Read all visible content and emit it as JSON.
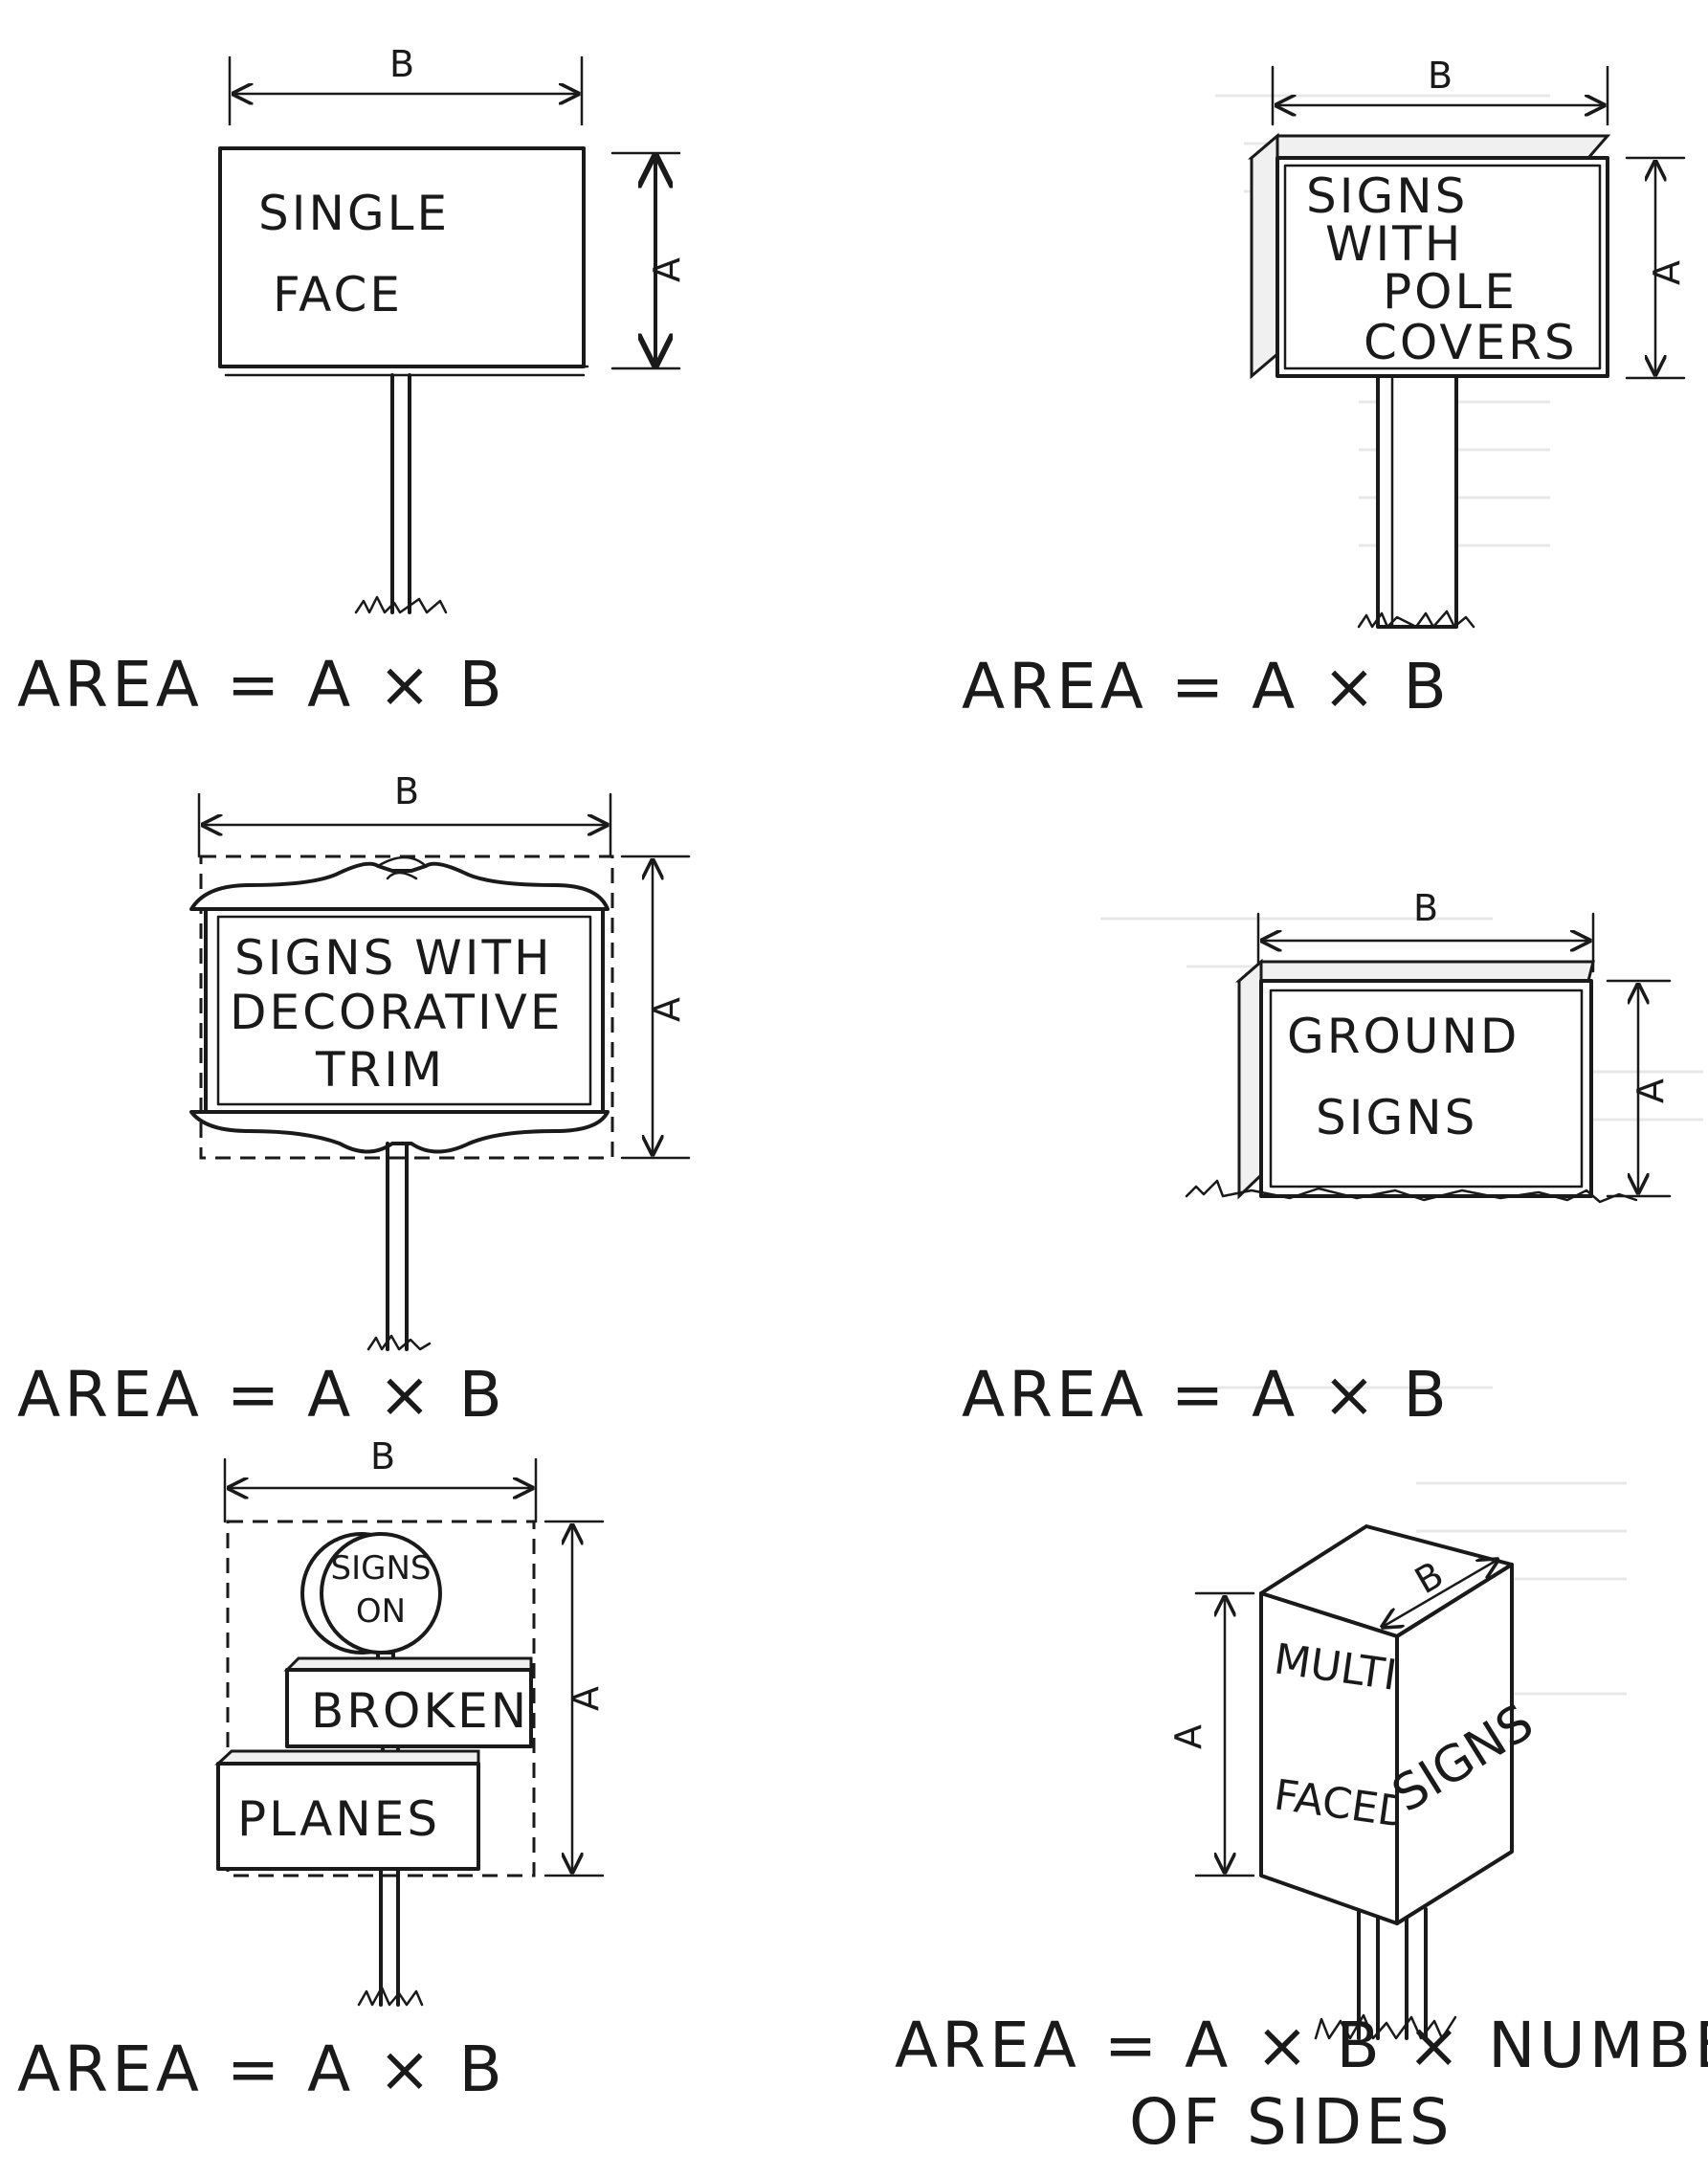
{
  "dim_labels": {
    "a": "A",
    "b": "B"
  },
  "panels": {
    "single_face": {
      "sign_lines": [
        "SINGLE",
        "FACE"
      ],
      "formula": "AREA = A × B"
    },
    "pole_covers": {
      "sign_lines": [
        "SIGNS",
        "WITH",
        "POLE",
        "COVERS"
      ],
      "formula": "AREA = A × B"
    },
    "decorative_trim": {
      "sign_lines": [
        "SIGNS WITH",
        "DECORATIVE",
        "TRIM"
      ],
      "formula": "AREA = A × B"
    },
    "ground_signs": {
      "sign_lines": [
        "GROUND",
        "SIGNS"
      ],
      "formula": "AREA = A × B"
    },
    "broken_planes": {
      "circle_lines": [
        "SIGNS",
        "ON"
      ],
      "panel_labels": [
        "BROKEN",
        "PLANES"
      ],
      "formula": "AREA = A × B"
    },
    "multi_faced": {
      "left_face_lines": [
        "MULTI",
        "FACED"
      ],
      "right_face_label": "SIGNS",
      "formula_lines": [
        "AREA = A × B × NUMBER",
        "OF SIDES"
      ]
    }
  }
}
